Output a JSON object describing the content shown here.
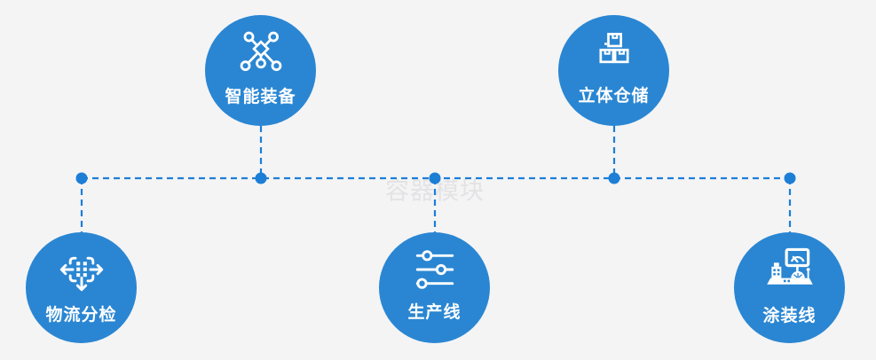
{
  "diagram": {
    "watermark": "容器模块",
    "colors": {
      "background": "#f4f4f5",
      "node_fill": "#2a86d2",
      "connector": "#1d7ed6",
      "label": "#ffffff",
      "watermark": "#e3e3e5"
    },
    "nodes": [
      {
        "id": "smart-equipment",
        "label": "智能装备",
        "icon": "network-nodes-icon",
        "position": "top-left"
      },
      {
        "id": "vertical-warehouse",
        "label": "立体仓储",
        "icon": "stacked-boxes-icon",
        "position": "top-right"
      },
      {
        "id": "logistics-sorting",
        "label": "物流分检",
        "icon": "sorting-arrows-icon",
        "position": "bottom-left"
      },
      {
        "id": "production-line",
        "label": "生产线",
        "icon": "sliders-icon",
        "position": "bottom-center"
      },
      {
        "id": "painting-line",
        "label": "涂装线",
        "icon": "coating-machine-icon",
        "position": "bottom-right"
      }
    ]
  }
}
